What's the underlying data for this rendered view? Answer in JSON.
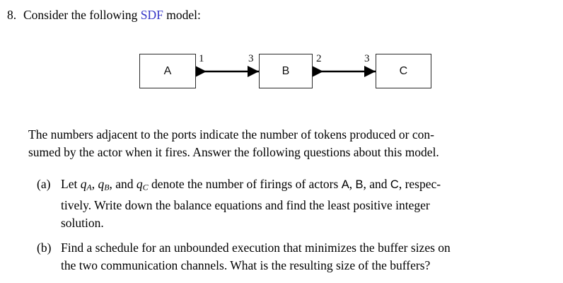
{
  "page": {
    "background": "#ffffff",
    "text_color": "#000000",
    "link_color": "#3737c8"
  },
  "question": {
    "number": "8.",
    "stem_before_link": "Consider the following ",
    "link_label": "SDF",
    "stem_after_link": " model:"
  },
  "diagram": {
    "type": "sdf-dataflow-graph",
    "actors": [
      {
        "id": "A",
        "label": "A"
      },
      {
        "id": "B",
        "label": "B"
      },
      {
        "id": "C",
        "label": "C"
      }
    ],
    "channels": [
      {
        "id": "a-to-b",
        "source": "A",
        "target": "B",
        "production_rate": "1",
        "consumption_rate": "3"
      },
      {
        "id": "b-to-c",
        "source": "B",
        "target": "C",
        "production_rate": "2",
        "consumption_rate": "3"
      }
    ]
  },
  "body": {
    "lines": [
      "The numbers adjacent to the ports indicate the number of tokens produced or con-",
      "sumed by the actor when it fires. Answer the following questions about this model."
    ]
  },
  "subquestions": [
    {
      "marker": "(a)",
      "line1_prefix": "Let ",
      "var_a": "q",
      "var_a_sub": "A",
      "sep1": ", ",
      "var_b": "q",
      "var_b_sub": "B",
      "sep2": ", and ",
      "var_c": "q",
      "var_c_sub": "C",
      "line1_mid": " denote the number of firings of actors ",
      "actor_a": "A",
      "actor_sep1": ", ",
      "actor_b": "B",
      "actor_sep2": ", and ",
      "actor_c": "C",
      "line1_suffix": ", respec-",
      "line2": "tively. Write down the balance equations and find the least positive integer",
      "line3": "solution."
    },
    {
      "marker": "(b)",
      "line1": "Find a schedule for an unbounded execution that minimizes the buffer sizes on",
      "line2": "the two communication channels. What is the resulting size of the buffers?"
    }
  ]
}
